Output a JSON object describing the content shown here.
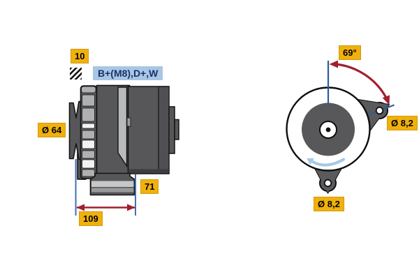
{
  "drawing": {
    "kind": "alternator-technical-drawing",
    "side_view": {
      "badge_10": "10",
      "terminal_label": "B+(M8),D+,W",
      "pulley_diameter_label": "Ø 64",
      "depth_label": "71",
      "length_label": "109",
      "icons": [
        "hatch-square-icon"
      ]
    },
    "rear_view": {
      "mount_angle_label": "69°",
      "right_hole_diameter_label": "Ø 8,2",
      "bottom_hole_diameter_label": "Ø 8,2",
      "icons": [
        "rotation-direction-arrow",
        "angle-arc-arrow"
      ]
    },
    "palette": {
      "badge_bg": "#f0b10d",
      "label_bg": "#a9c6e3",
      "label_text": "#17336e",
      "dimension_red": "#a21f2d",
      "extension_line_blue": "#4272ac",
      "axis_line_blue": "#2c5c9c",
      "rotation_arrow_blue": "#a4c9e8",
      "body_gray": "#57575a",
      "light_band_gray": "#b7b9ba",
      "background": "#ffffff"
    }
  }
}
